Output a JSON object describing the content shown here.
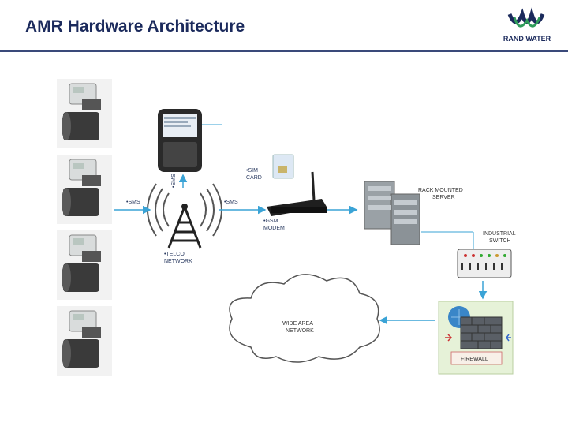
{
  "header": {
    "title": "AMR Hardware Architecture",
    "logo_text": "RAND WATER"
  },
  "labels": {
    "sms_left": "•SMS",
    "sms_vertical": "•SMS",
    "sms_right": "•SMS",
    "sim_card": [
      "•SIM",
      "CARD"
    ],
    "gsm_modem": [
      "•GSM",
      "MODEM"
    ],
    "telco_network": [
      "•TELCO",
      "NETWORK"
    ],
    "rack_server": [
      "RACK MOUNTED",
      "SERVER"
    ],
    "industrial_switch": [
      "INDUSTRIAL",
      "SWITCH"
    ],
    "wide_area_network": [
      "WIDE AREA",
      "NETWORK"
    ],
    "firewall": "FIREWALL"
  },
  "colors": {
    "title": "#1b2a5c",
    "arrow": "#3aa3d6",
    "rule": "#3a4a7a"
  }
}
